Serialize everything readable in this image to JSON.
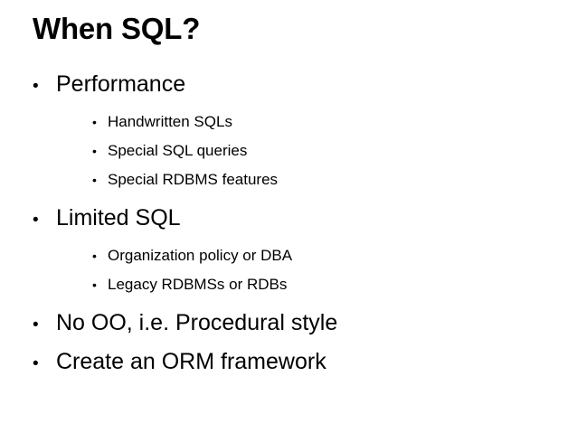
{
  "slide": {
    "title": "When SQL?",
    "background_color": "#FFFFFF",
    "text_color": "#000000",
    "bullet_glyph": "•",
    "content": [
      {
        "level": 1,
        "text": "Performance"
      },
      {
        "level": 2,
        "text": "Handwritten SQLs"
      },
      {
        "level": 2,
        "text": "Special SQL queries"
      },
      {
        "level": 2,
        "text": "Special RDBMS features"
      },
      {
        "level": 1,
        "text": "Limited SQL"
      },
      {
        "level": 2,
        "text": "Organization policy or DBA"
      },
      {
        "level": 2,
        "text": "Legacy RDBMSs or RDBs"
      },
      {
        "level": 1,
        "text": "No OO, i.e. Procedural style"
      },
      {
        "level": 1,
        "text": "Create an ORM framework"
      }
    ]
  }
}
